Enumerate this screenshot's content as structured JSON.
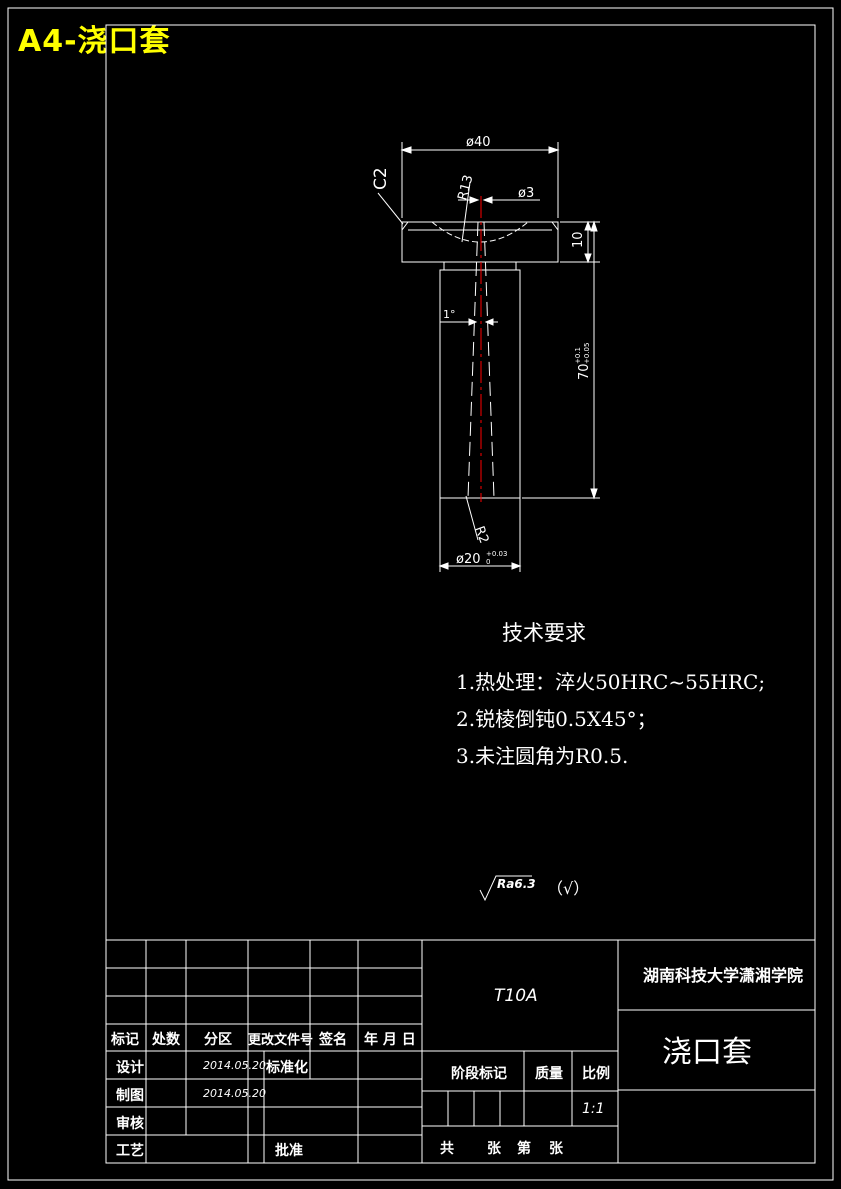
{
  "page": {
    "title": "A4-浇口套",
    "title_color": "#FFFF00",
    "line_color": "#FFFFFF",
    "centerline_color": "#FF0000",
    "background": "#000000"
  },
  "drawing": {
    "dims": {
      "top_diameter": "ø40",
      "chamfer": "C2",
      "radius_top": "R13",
      "hole_diameter": "ø3",
      "flange_thickness": "10",
      "taper_angle": "1°",
      "length": "70",
      "length_tol_upper": "+0.1",
      "length_tol_lower": "+0.05",
      "radius_bottom": "R2",
      "bottom_diameter": "ø20",
      "bottom_tol_upper": "+0.03",
      "bottom_tol_lower": "0"
    }
  },
  "requirements": {
    "heading": "技术要求",
    "items": [
      "1.热处理：淬火50HRC~55HRC;",
      "2.锐棱倒钝0.5X45°；",
      "3.未注圆角为R0.5."
    ]
  },
  "roughness": {
    "value": "Ra6.3",
    "note": "（√）"
  },
  "title_block": {
    "headers": {
      "mark": "标记",
      "count": "处数",
      "zone": "分区",
      "change_doc": "更改文件号",
      "signature": "签名",
      "date": "年 月 日"
    },
    "rows": {
      "design": "设计",
      "drawing": "制图",
      "review": "审核",
      "process": "工艺"
    },
    "design_date": "2014.05.20",
    "drawing_date": "2014.05.20",
    "standardization": "标准化",
    "approve": "批准",
    "material": "T10A",
    "stage_mark": "阶段标记",
    "mass": "质量",
    "scale_label": "比例",
    "scale_value": "1:1",
    "sheets": {
      "total": "共",
      "sheet_unit": "张",
      "no": "第",
      "sheet_unit2": "张"
    },
    "school": "湖南科技大学潇湘学院",
    "part_name": "浇口套"
  }
}
